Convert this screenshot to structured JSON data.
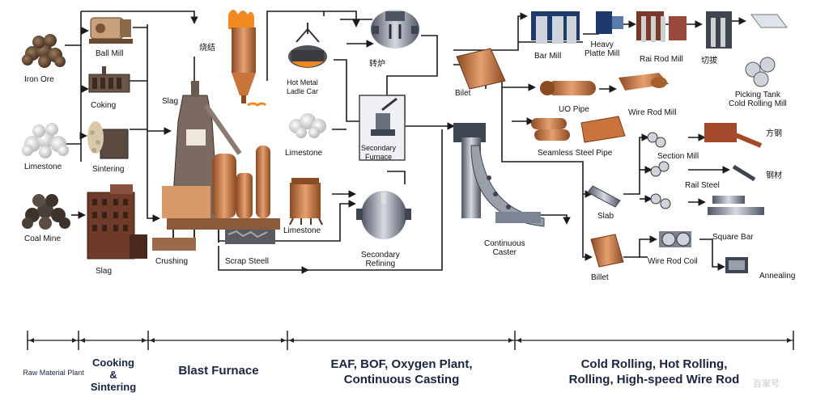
{
  "nodes": {
    "iron_ore": "Iron Ore",
    "ball_mill": "Ball Mill",
    "coking": "Coking",
    "limestone_left": "Limestone",
    "sintering": "Sintering",
    "coal_mine": "Coal Mine",
    "slag_bottom": "Slag",
    "slag_top": "Slag",
    "sinter_cn": "烧结",
    "crushing": "Crushing",
    "scrap_steel": "Scrap Steell",
    "hot_metal_ladle_car": "Hot Metal\nLadle Car",
    "limestone_mid": "Limestone",
    "limestone_low": "Limestone",
    "converter_cn": "转炉",
    "secondary_furnace": "Secondary\nFurnace",
    "secondary_refining": "Secondary\nRefining",
    "bilet_top": "Bilet",
    "continuous_caster": "Continuous\nCaster",
    "bar_mill": "Bar Mill",
    "heavy_plate_mill": "Heavy\nPlatte Mill",
    "rail_rod_mill": "Rai Rod Mill",
    "cn_top_right": "切拔",
    "pickling_tank": "Picking Tank\nCold Rolling Mill",
    "uo_pipe": "UO Pipe",
    "wire_rod_mill": "Wire Rod Mill",
    "seamless_steel_pipe": "Seamless Steel Pipe",
    "cn_fanggang": "方钢",
    "section_mill": "Section Mill",
    "cn_right_mid": "钢材",
    "rail_steel": "Rail Steel",
    "slab": "Slab",
    "square_bar": "Square Bar",
    "billet_bottom": "Billet",
    "wire_rod_coil": "Wire Rod Coil",
    "annealing": "Annealing"
  },
  "stages": {
    "raw_material": "Raw Material Plant",
    "cooking_sintering": "Cooking\n&\nSintering",
    "blast_furnace": "Blast Furnace",
    "eaf": "EAF, BOF, Oxygen Plant,\nContinuous Casting",
    "rolling": "Cold Rolling, Hot Rolling,\nRolling, High-speed Wire Rod"
  },
  "watermark": "百家号",
  "colors": {
    "copper": "#c8743a",
    "steel": "#7d8594",
    "navy": "#1a2540",
    "line": "#1b1b1b"
  }
}
